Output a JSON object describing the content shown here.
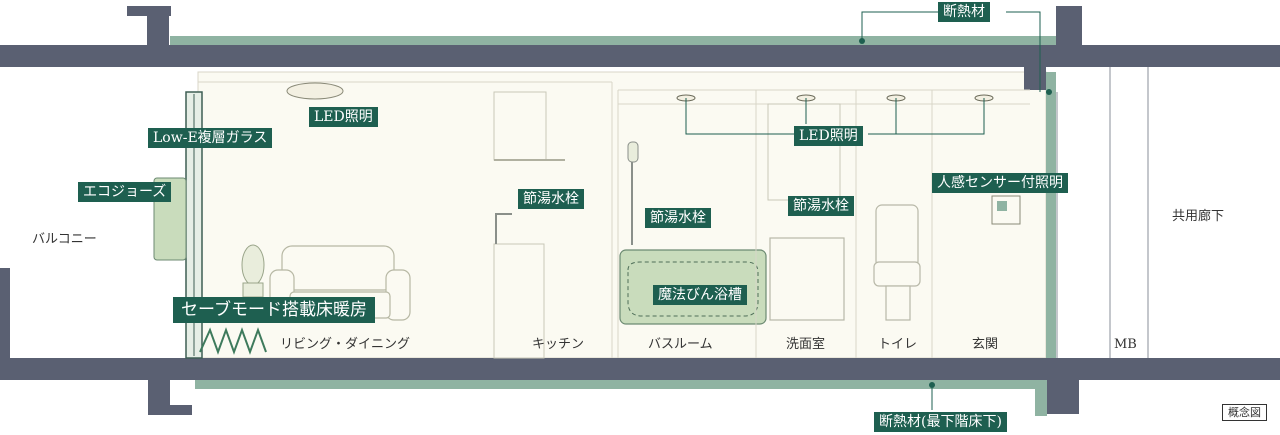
{
  "labels": {
    "insulation_top": "断熱材",
    "led_living": "LED照明",
    "low_e_glass": "Low-E複層ガラス",
    "eco_jozu": "エコジョーズ",
    "faucet_kitchen": "節湯水栓",
    "faucet_bath": "節湯水栓",
    "faucet_washroom": "節湯水栓",
    "led_wet": "LED照明",
    "sensor_light": "人感センサー付照明",
    "thermos_bath": "魔法びん浴槽",
    "floor_heating": "セーブモード搭載床暖房",
    "insulation_bottom": "断熱材(最下階床下)"
  },
  "rooms": {
    "balcony": "バルコニー",
    "living": "リビング・ダイニング",
    "kitchen": "キッチン",
    "bath": "バスルーム",
    "washroom": "洗面室",
    "toilet": "トイレ",
    "entrance": "玄関",
    "mb": "MB",
    "corridor": "共用廊下"
  },
  "note": "概念図",
  "colors": {
    "wall": "#5a6072",
    "insulation": "#8fb3a2",
    "tag": "#1e5f50",
    "interior": "#fbfaf2",
    "fixture": "#e9eddc",
    "bathtub": "#c9dcbc"
  }
}
